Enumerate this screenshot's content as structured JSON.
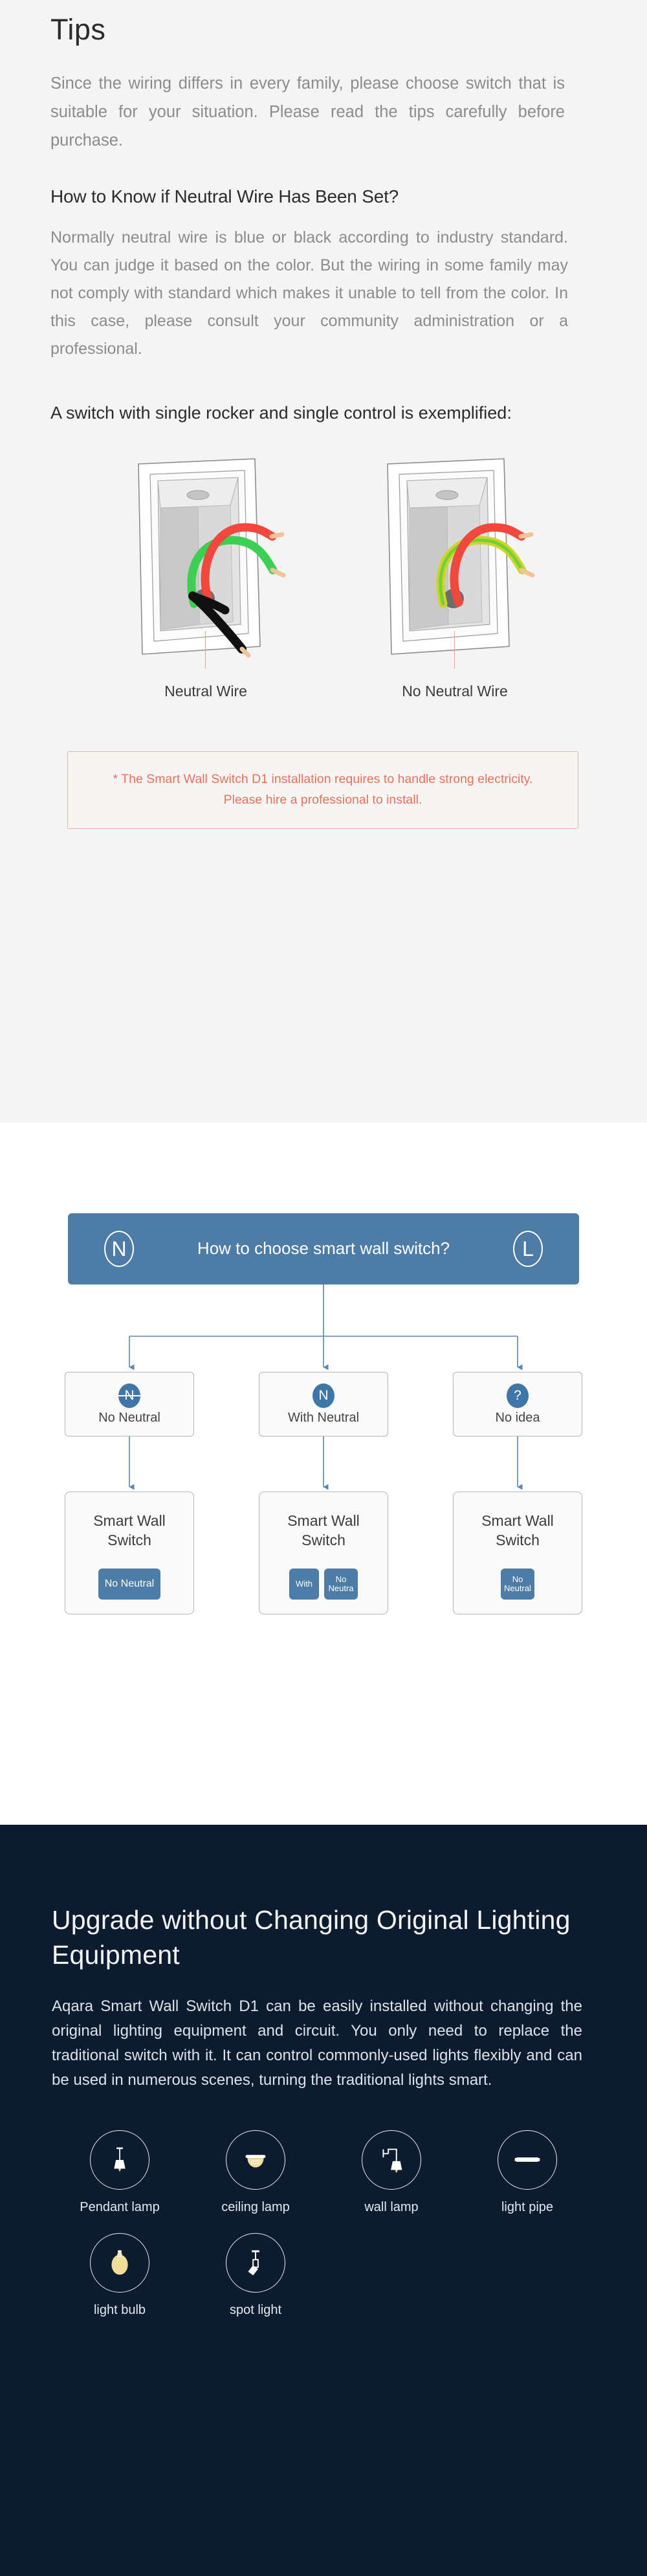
{
  "tips": {
    "title": "Tips",
    "intro": "Since the wiring differs in every family, please choose switch that is suitable for your situation. Please read the tips carefully before purchase.",
    "subheading": "How to Know if Neutral Wire Has Been Set?",
    "body": "Normally neutral wire is blue or black according to industry standard. You can judge it based on the color. But the wiring in some family may not comply with standard which makes it unable to tell from the color. In this case, please consult your community administration or a professional.",
    "exemplified": "A switch with single rocker and single control is exemplified:",
    "switches": [
      {
        "caption": "Neutral Wire",
        "icon": "wall-switch-with-neutral-illustration"
      },
      {
        "caption": "No Neutral Wire",
        "icon": "wall-switch-no-neutral-illustration"
      }
    ],
    "warning": "* The Smart Wall Switch D1 installation requires to handle strong electricity. Please hire a professional to install.",
    "warning_color": "#e8705a",
    "warning_border_color": "#eeb2a2"
  },
  "flowchart": {
    "accent_color": "#4d7ca6",
    "header": {
      "title": "How to choose smart wall switch?",
      "left_badge": "N",
      "right_badge": "L"
    },
    "decisions": [
      {
        "label": "No Neutral",
        "icon": "neutral-struck-icon",
        "glyph": "N"
      },
      {
        "label": "With Neutral",
        "icon": "neutral-icon",
        "glyph": "N"
      },
      {
        "label": "No idea",
        "icon": "question-icon",
        "glyph": "?"
      }
    ],
    "results": [
      {
        "title": "Smart Wall Switch",
        "chips": [
          {
            "label": "No Neutral",
            "size": "wide"
          }
        ]
      },
      {
        "title": "Smart Wall Switch",
        "chips": [
          {
            "label": "With",
            "size": "small"
          },
          {
            "label": "No Neutra",
            "size": "med"
          }
        ]
      },
      {
        "title": "Smart Wall Switch",
        "chips": [
          {
            "label": "No Neutral",
            "size": "med"
          }
        ]
      }
    ]
  },
  "upgrade": {
    "title": "Upgrade without Changing Original Lighting Equipment",
    "body": "Aqara Smart Wall Switch D1 can be easily installed without changing the original lighting equipment and circuit. You only need to replace the traditional switch with it. It can control commonly-used lights flexibly and can be used in numerous scenes, turning the traditional lights smart.",
    "background_color": "#0d1b2e",
    "lamps": [
      {
        "label": "Pendant lamp",
        "icon": "pendant-lamp-icon"
      },
      {
        "label": "ceiling lamp",
        "icon": "ceiling-lamp-icon"
      },
      {
        "label": "wall lamp",
        "icon": "wall-lamp-icon"
      },
      {
        "label": "light pipe",
        "icon": "light-pipe-icon"
      },
      {
        "label": "light bulb",
        "icon": "light-bulb-icon"
      },
      {
        "label": "spot light",
        "icon": "spot-light-icon"
      }
    ]
  }
}
